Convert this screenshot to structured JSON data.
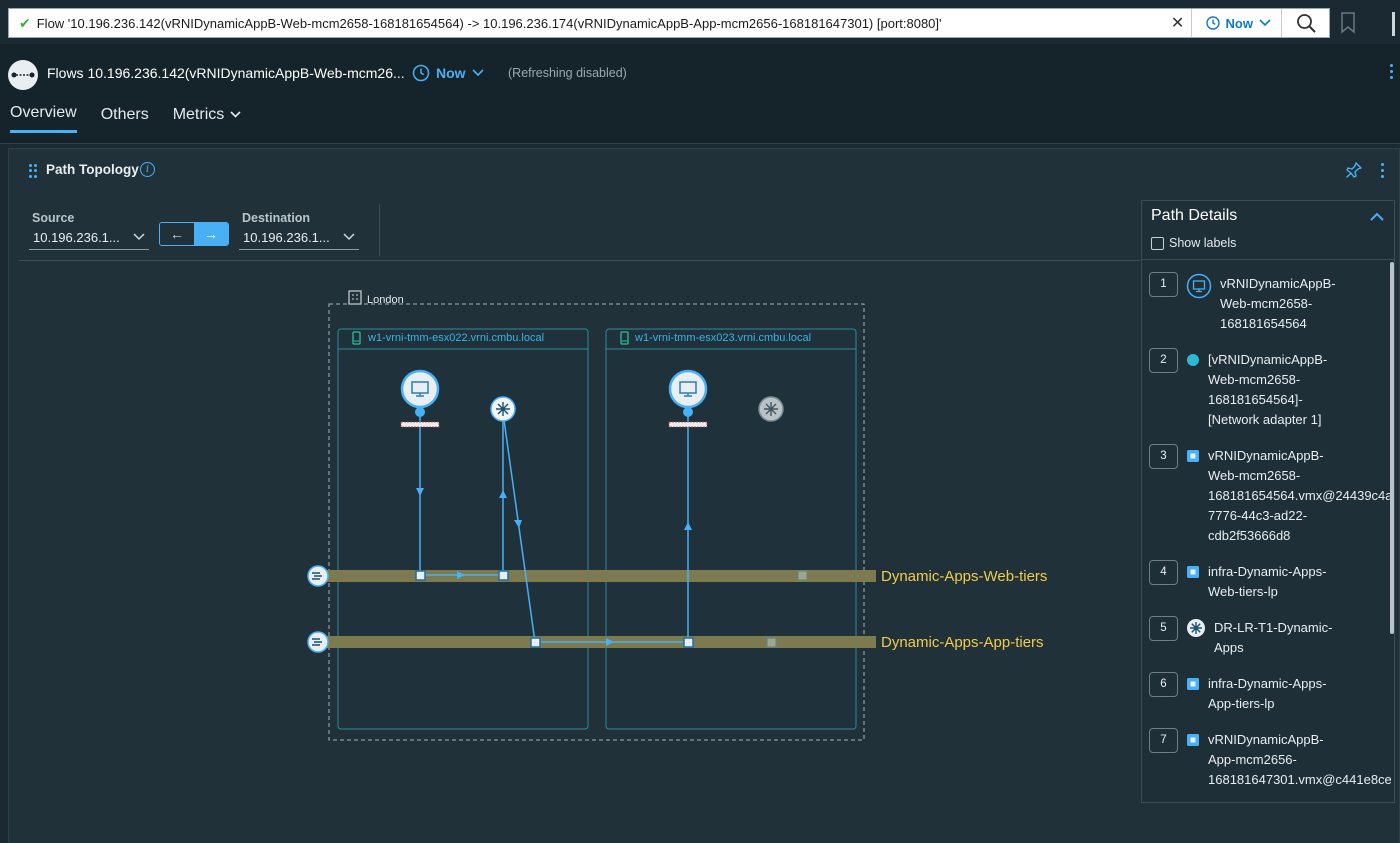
{
  "search": {
    "query": "Flow '10.196.236.142(vRNIDynamicAppB-Web-mcm2658-168181654564) -> 10.196.236.174(vRNIDynamicAppB-App-mcm2656-168181647301) [port:8080]'",
    "time_label": "Now"
  },
  "header": {
    "title": "Flows 10.196.236.142(vRNIDynamicAppB-Web-mcm26...",
    "time_label": "Now",
    "refresh_status": "(Refreshing  disabled)"
  },
  "tabs": [
    {
      "label": "Overview",
      "active": true
    },
    {
      "label": "Others",
      "active": false
    },
    {
      "label": "Metrics",
      "active": false
    }
  ],
  "card": {
    "title": "Path Topology",
    "info_glyph": "i"
  },
  "selector": {
    "source_label": "Source",
    "source_value": "10.196.236.1...",
    "destination_label": "Destination",
    "destination_value": "10.196.236.1...",
    "left_arrow": "←",
    "right_arrow": "→"
  },
  "topology": {
    "region": "London",
    "hosts": [
      "w1-vrni-tmm-esx022.vrni.cmbu.local",
      "w1-vrni-tmm-esx023.vrni.cmbu.local"
    ],
    "segments": [
      "Dynamic-Apps-Web-tiers",
      "Dynamic-Apps-App-tiers"
    ]
  },
  "path_details": {
    "title": "Path Details",
    "show_labels": "Show labels",
    "items": [
      {
        "num": "1",
        "icon": "vm-icon",
        "text": "vRNIDynamicAppB-\nWeb-mcm2658-\n168181654564"
      },
      {
        "num": "2",
        "icon": "vnic-icon",
        "text": "[vRNIDynamicAppB-\nWeb-mcm2658-\n168181654564]-\n[Network adapter 1]"
      },
      {
        "num": "3",
        "icon": "port-icon",
        "text": "vRNIDynamicAppB-\nWeb-mcm2658-\n168181654564.vmx@24439c4a-\n7776-44c3-ad22-\ncdb2f53666d8"
      },
      {
        "num": "4",
        "icon": "port-icon",
        "text": "infra-Dynamic-Apps-\nWeb-tiers-lp"
      },
      {
        "num": "5",
        "icon": "router-icon",
        "text": "DR-LR-T1-Dynamic-\nApps"
      },
      {
        "num": "6",
        "icon": "port-icon",
        "text": "infra-Dynamic-Apps-\nApp-tiers-lp"
      },
      {
        "num": "7",
        "icon": "port-icon",
        "text": "vRNIDynamicAppB-\nApp-mcm2656-\n168181647301.vmx@c441e8ce-"
      }
    ]
  },
  "colors": {
    "accent": "#49b0f5",
    "segment_band": "#7e7a4f",
    "segment_label": "#f0cc4e",
    "success": "#3fae3a"
  }
}
